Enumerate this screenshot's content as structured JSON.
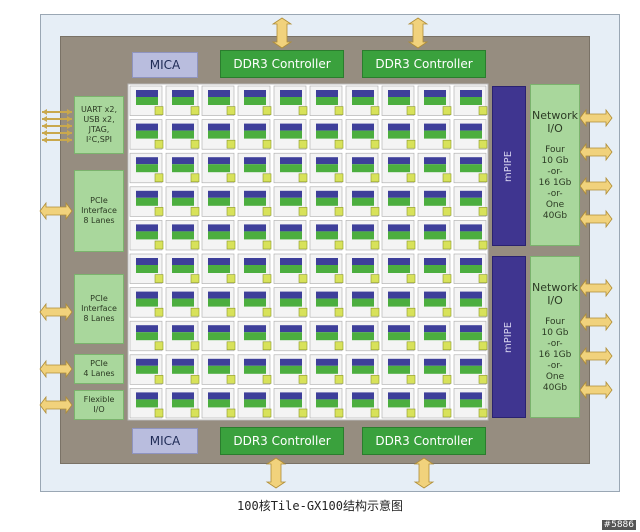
{
  "blocks": {
    "mica_top": "MICA",
    "mica_bottom": "MICA",
    "ddr3_top_left": "DDR3 Controller",
    "ddr3_top_right": "DDR3 Controller",
    "ddr3_bottom_left": "DDR3 Controller",
    "ddr3_bottom_right": "DDR3 Controller",
    "uart": "UART x2,\nUSB x2,\nJTAG,\nI²C,SPI",
    "pcie_1": "PCIe\nInterface\n8 Lanes",
    "pcie_2": "PCIe\nInterface\n8 Lanes",
    "pcie_3": "PCIe\n4 Lanes",
    "flexible": "Flexible\nI/O",
    "mpipe_top": "mPIPE",
    "mpipe_bottom": "mPIPE",
    "network_top_title": "Network\nI/O",
    "network_top_body": "Four\n10 Gb\n-or-\n16 1Gb\n-or-\nOne\n40Gb",
    "network_bottom_title": "Network\nI/O",
    "network_bottom_body": "Four\n10 Gb\n-or-\n16 1Gb\n-or-\nOne\n40Gb"
  },
  "tile_grid": {
    "rows": 10,
    "cols": 10
  },
  "colors": {
    "chip": "#968d80",
    "ddr3": "#3aa13d",
    "mica": "#b9bdde",
    "io": "#a9d79c",
    "mpipe": "#3f3590",
    "arrow": "#f1d27c",
    "tile_blue": "#3e3f9a",
    "tile_green": "#4cae3f",
    "switch": "#d8e25a"
  },
  "caption": "100核Tile-GX100结构示意图",
  "watermark": "#5886"
}
